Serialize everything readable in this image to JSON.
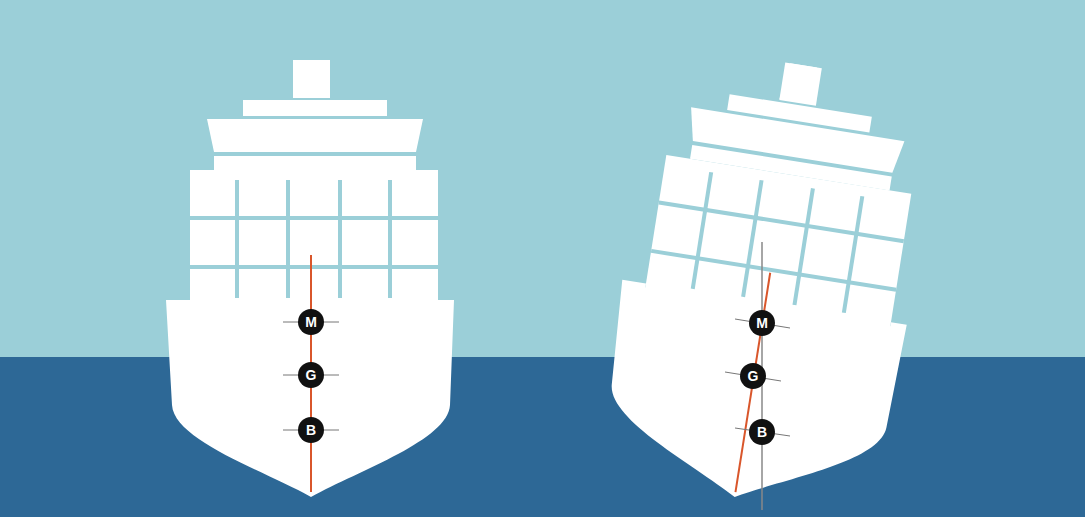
{
  "diagram": {
    "nodes": [
      {
        "text": [
          "M"
        ]
      },
      {
        "text": [
          "G"
        ]
      },
      {
        "text": [
          "B"
        ]
      },
      {
        "text": [
          "M"
        ]
      },
      {
        "text": [
          "G"
        ]
      },
      {
        "text": [
          "B"
        ]
      }
    ]
  }
}
